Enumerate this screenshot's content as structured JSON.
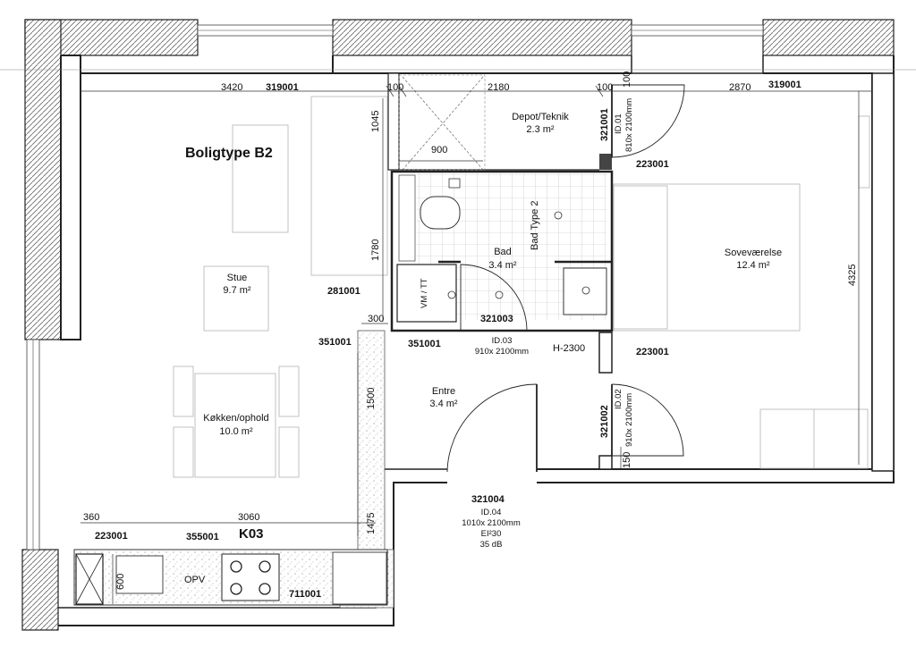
{
  "plan": {
    "title": "Boligtype B2",
    "unit_id": "K03",
    "rooms": [
      {
        "key": "stue",
        "name": "Stue",
        "area": "9.7 m²"
      },
      {
        "key": "kokken",
        "name": "Køkken/ophold",
        "area": "10.0 m²"
      },
      {
        "key": "depot",
        "name": "Depot/Teknik",
        "area": "2.3 m²"
      },
      {
        "key": "bad",
        "name": "Bad",
        "area": "3.4 m²"
      },
      {
        "key": "sov",
        "name": "Soveværelse",
        "area": "12.4 m²"
      },
      {
        "key": "entre",
        "name": "Entre",
        "area": "3.4 m²"
      }
    ],
    "bath_type": "Bad Type 2",
    "vm_tt": "VM / TT",
    "opv": "OPV",
    "h_note": "H-2300",
    "doors": {
      "d01": [
        "ID.01",
        "810x 2100mm"
      ],
      "d02": [
        "ID.02",
        "910x 2100mm"
      ],
      "d03": [
        "ID.03",
        "910x 2100mm"
      ],
      "d04": [
        "ID.04",
        "1010x 2100mm",
        "EI²30",
        "35 dB"
      ]
    },
    "codes": {
      "c319001a": "319001",
      "c319001b": "319001",
      "c321001": "321001",
      "c223001a": "223001",
      "c223001b": "223001",
      "c223001c": "223001",
      "c281001": "281001",
      "c321003": "321003",
      "c351001a": "351001",
      "c351001b": "351001",
      "c321002": "321002",
      "c321004": "321004",
      "c355001": "355001",
      "c711001": "711001"
    },
    "dims": {
      "d3420": "3420",
      "d100a": "100",
      "d2180": "2180",
      "d100b": "100",
      "d100c": "100",
      "d2870": "2870",
      "d1045": "1045",
      "d900": "900",
      "d1780": "1780",
      "d300": "300",
      "d1500": "1500",
      "d1475": "1475",
      "d4325": "4325",
      "d150": "150",
      "d360": "360",
      "d3060": "3060",
      "d600": "600"
    }
  }
}
